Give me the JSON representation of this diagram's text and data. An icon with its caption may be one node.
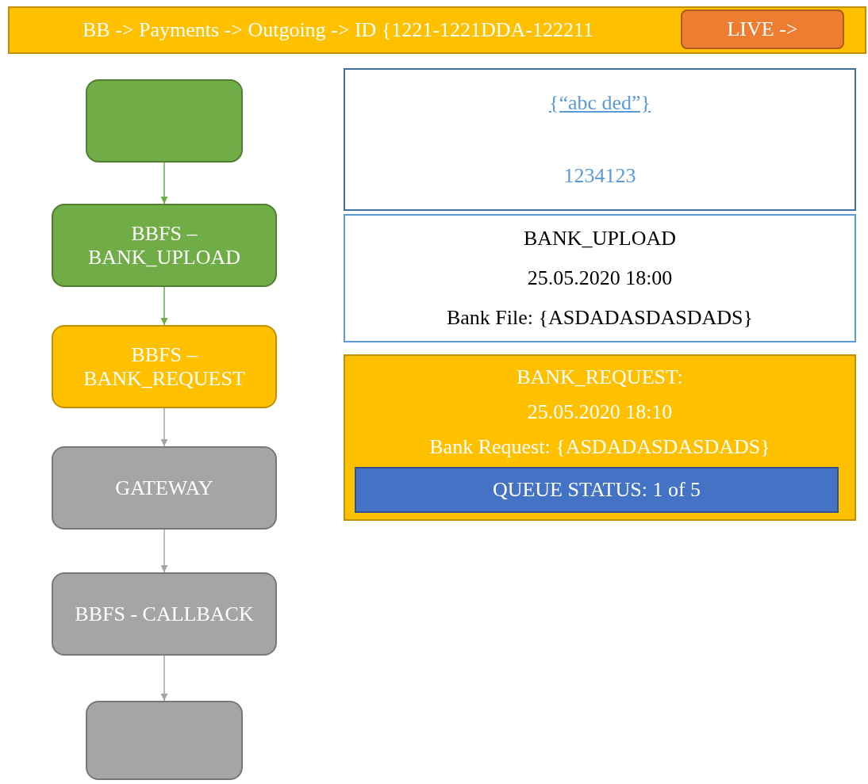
{
  "diagram": {
    "nodes": [
      {
        "text": [
          "BB -> Payments -> Outgoing -> ID {1221-1221DDA-122211"
        ]
      },
      {
        "text": [
          "LIVE ->"
        ],
        "in": 0
      },
      {
        "text": [],
        "shape": "box"
      },
      {
        "text": [
          "BBFS – BANK_UPLOAD"
        ]
      },
      {
        "text": [
          "BBFS – BANK_REQUEST"
        ]
      },
      {
        "text": [
          "GATEWAY"
        ]
      },
      {
        "text": [
          "BBFS - CALLBACK"
        ]
      },
      {
        "text": [],
        "shape": "box"
      },
      {
        "text": [
          "{“abc ded”}",
          "1234123"
        ]
      },
      {
        "text": [
          "BANK_UPLOAD",
          "25.05.2020 18:00",
          "Bank File: {ASDADASDASDADS}"
        ]
      },
      {
        "text": [
          "BANK_REQUEST:",
          "25.05.2020 18:10",
          "Bank Request: {ASDADASDASDADS}"
        ]
      },
      {
        "text": [
          "QUEUE STATUS: 1 of 5"
        ],
        "in": 10
      }
    ],
    "edges": [
      {
        "from": 2,
        "to": 3,
        "arrow": "to",
        "color": "#70ad47"
      },
      {
        "from": 3,
        "to": 4,
        "arrow": "to",
        "color": "#70ad47"
      },
      {
        "from": 4,
        "to": 5,
        "arrow": "to"
      },
      {
        "from": 5,
        "to": 6,
        "arrow": "to"
      },
      {
        "from": 6,
        "to": 7,
        "arrow": "to"
      }
    ]
  }
}
